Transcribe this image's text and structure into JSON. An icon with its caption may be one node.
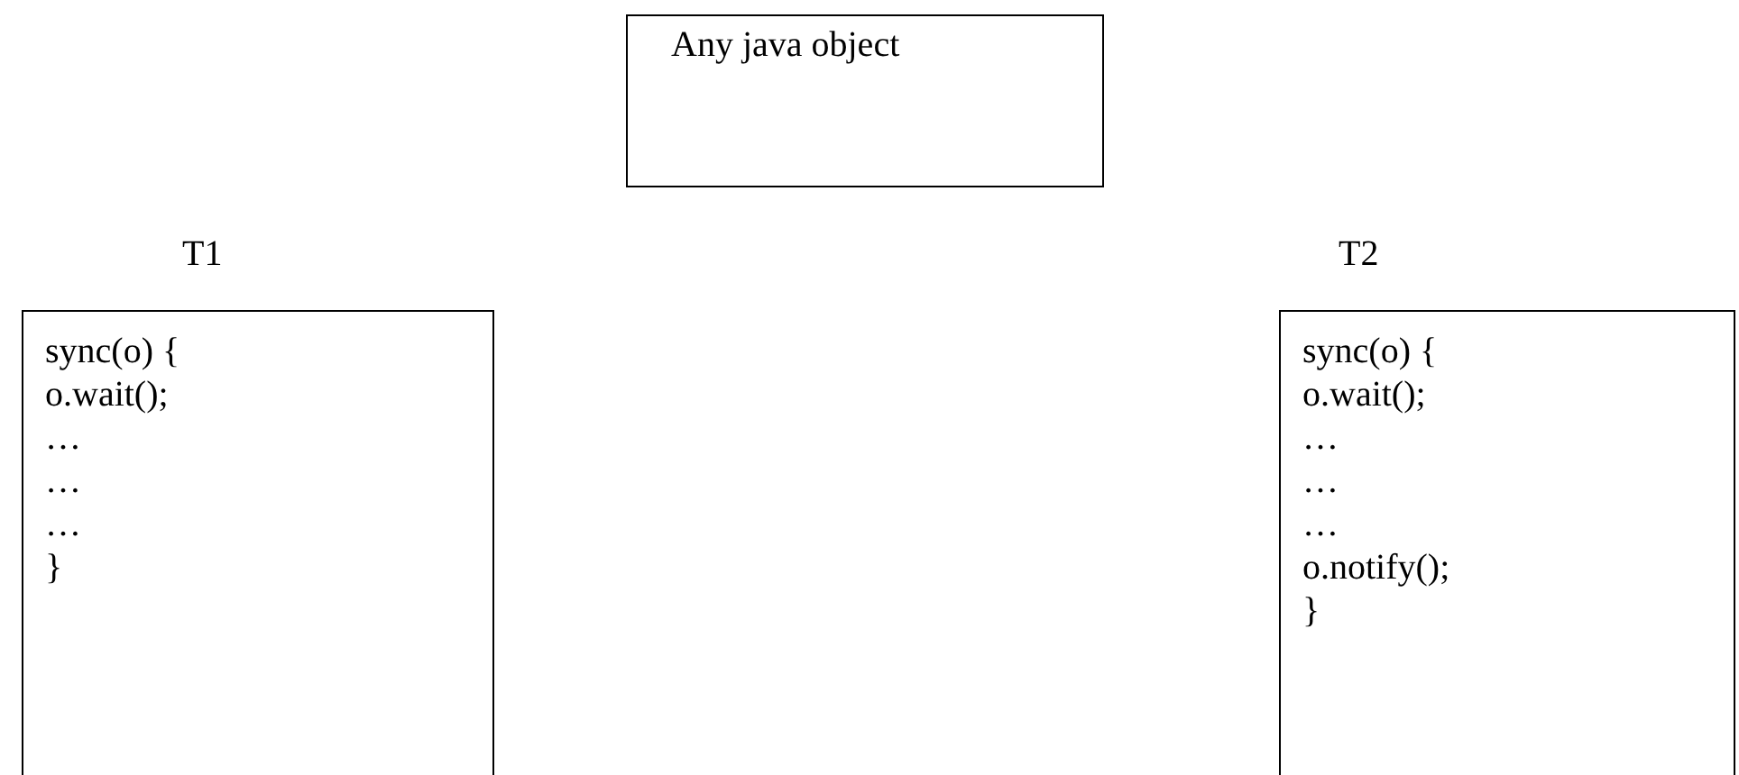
{
  "diagram": {
    "nodes": [
      {
        "text": [
          "Any java object"
        ]
      },
      {
        "text": [
          "T1",
          "sync(o) {",
          "o.wait();",
          "…",
          "…",
          "…",
          "}"
        ]
      },
      {
        "text": [
          "T2",
          "sync(o) {",
          "o.wait();",
          "…",
          "…",
          "…",
          "o.notify();",
          "}"
        ]
      }
    ]
  }
}
